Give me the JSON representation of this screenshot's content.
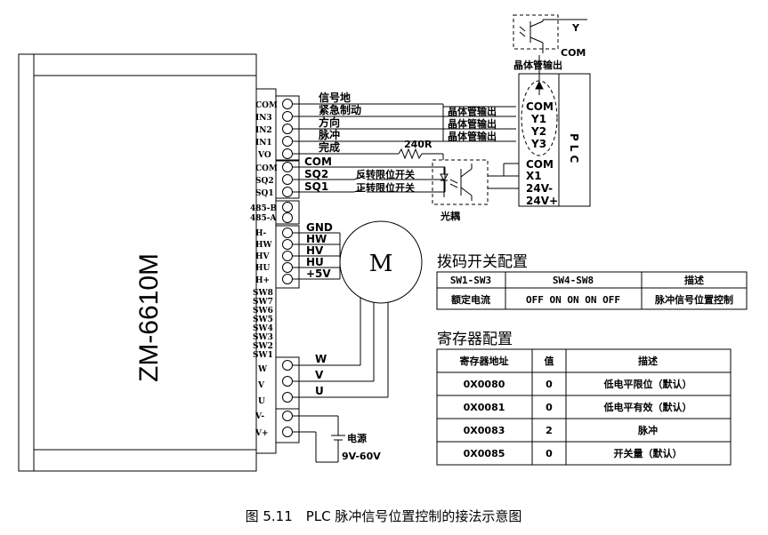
{
  "driver": {
    "model": "ZM-6610M",
    "terminals_top": [
      "COM",
      "IN3",
      "IN2",
      "IN1",
      "VO"
    ],
    "terminals_mid": [
      "COM",
      "SQ2",
      "SQ1"
    ],
    "terminals_485": [
      "485-B",
      "485-A"
    ],
    "terminals_hall": [
      "H-",
      "HW",
      "HV",
      "HU",
      "H+"
    ],
    "terminals_sw": [
      "SW8",
      "SW7",
      "SW6",
      "SW5",
      "SW4",
      "SW3",
      "SW2",
      "SW1"
    ],
    "terminals_motor": [
      "W",
      "V",
      "U"
    ],
    "terminals_power": [
      "V-",
      "V+"
    ]
  },
  "signals": {
    "signal_ground": "信号地",
    "emergency_brake": "紧急制动",
    "direction": "方向",
    "pulse": "脉冲",
    "done": "完成",
    "transistor_out": "晶体管输出",
    "resistor": "240R",
    "com": "COM",
    "sq2": "SQ2",
    "sq1": "SQ1",
    "reverse_limit": "反转限位开关",
    "forward_limit": "正转限位开关",
    "optocoupler": "光耦",
    "y": "Y",
    "top_com": "COM",
    "top_transistor": "晶体管输出"
  },
  "plc": {
    "label": "PLC",
    "outputs": [
      "COM",
      "Y1",
      "Y2",
      "Y3"
    ],
    "inputs": [
      "COM",
      "X1",
      "24V-",
      "24V+"
    ]
  },
  "hall": {
    "wires": [
      "GND",
      "HW",
      "HV",
      "HU",
      "+5V"
    ]
  },
  "motor": {
    "label": "M",
    "phases": [
      "W",
      "V",
      "U"
    ]
  },
  "power": {
    "label": "电源",
    "range": "9V-60V"
  },
  "dip": {
    "title": "拨码开关配置",
    "headers": [
      "SW1-SW3",
      "SW4-SW8",
      "描述"
    ],
    "rows": [
      [
        "额定电流",
        "OFF ON ON ON OFF",
        "脉冲信号位置控制"
      ]
    ]
  },
  "registers": {
    "title": "寄存器配置",
    "headers": [
      "寄存器地址",
      "值",
      "描述"
    ],
    "rows": [
      [
        "0X0080",
        "0",
        "低电平限位（默认）"
      ],
      [
        "0X0081",
        "0",
        "低电平有效（默认）"
      ],
      [
        "0X0083",
        "2",
        "脉冲"
      ],
      [
        "0X0085",
        "0",
        "开关量（默认）"
      ]
    ]
  },
  "caption": "图 5.11　PLC 脉冲信号位置控制的接法示意图"
}
